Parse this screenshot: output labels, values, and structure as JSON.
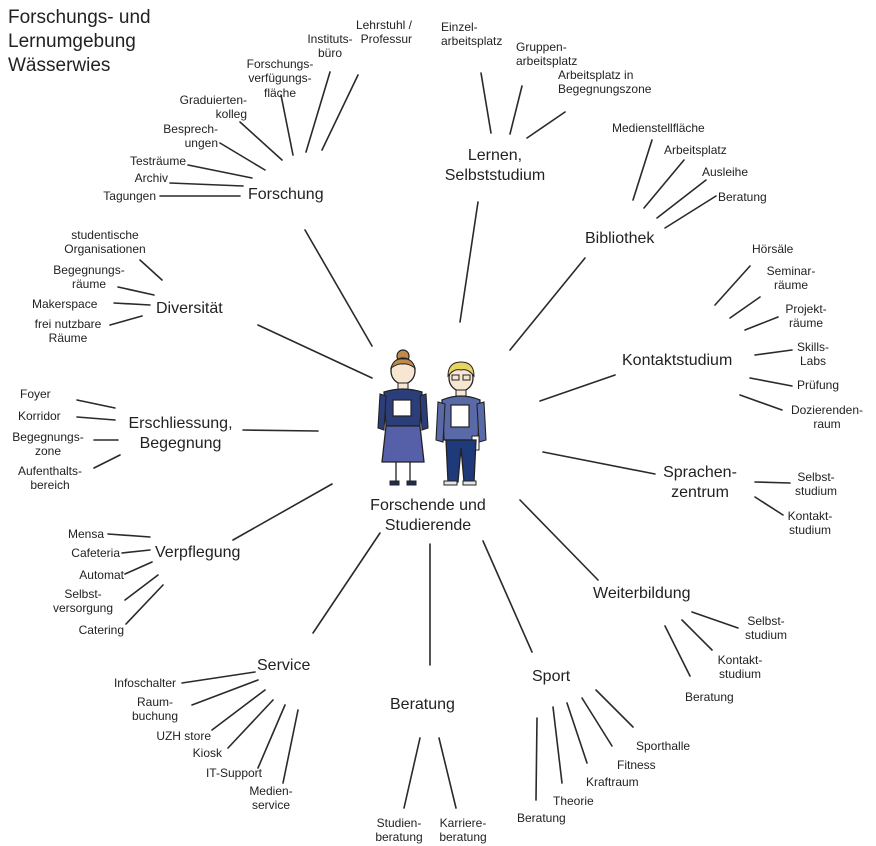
{
  "title": "Forschungs- und\nLernumgebung\nWässerwies",
  "center": "Forschende und\nStudierende",
  "categories": {
    "forschung": {
      "label": "Forschung",
      "items": [
        "Lehrstuhl /\nProfessur",
        "Instituts-\nbüro",
        "Forschungs-\nverfügungs-\nfläche",
        "Graduierten-\nkolleg",
        "Besprech-\nungen",
        "Testräume",
        "Archiv",
        "Tagungen"
      ]
    },
    "lernen": {
      "label": "Lernen,\nSelbststudium",
      "items": [
        "Einzel-\narbeitsplatz",
        "Gruppen-\narbeitsplatz",
        "Arbeitsplatz in\nBegegnungszone"
      ]
    },
    "bibliothek": {
      "label": "Bibliothek",
      "items": [
        "Medienstellfläche",
        "Arbeitsplatz",
        "Ausleihe",
        "Beratung"
      ]
    },
    "kontaktstudium": {
      "label": "Kontaktstudium",
      "items": [
        "Hörsäle",
        "Seminar-\nräume",
        "Projekt-\nräume",
        "Skills-\nLabs",
        "Prüfung",
        "Dozierenden-\nraum"
      ]
    },
    "sprachenzentrum": {
      "label": "Sprachen-\nzentrum",
      "items": [
        "Selbst-\nstudium",
        "Kontakt-\nstudium"
      ]
    },
    "weiterbildung": {
      "label": "Weiterbildung",
      "items": [
        "Selbst-\nstudium",
        "Kontakt-\nstudium",
        "Beratung"
      ]
    },
    "sport": {
      "label": "Sport",
      "items": [
        "Sporthalle",
        "Fitness",
        "Kraftraum",
        "Theorie",
        "Beratung"
      ]
    },
    "beratung": {
      "label": "Beratung",
      "items": [
        "Studien-\nberatung",
        "Karriere-\nberatung"
      ]
    },
    "service": {
      "label": "Service",
      "items": [
        "Infoschalter",
        "Raum-\nbuchung",
        "UZH store",
        "Kiosk",
        "IT-Support",
        "Medien-\nservice"
      ]
    },
    "verpflegung": {
      "label": "Verpflegung",
      "items": [
        "Mensa",
        "Cafeteria",
        "Automat",
        "Selbst-\nversorgung",
        "Catering"
      ]
    },
    "erschliessung": {
      "label": "Erschliessung,\nBegegnung",
      "items": [
        "Foyer",
        "Korridor",
        "Begegnungs-\nzone",
        "Aufenthalts-\nbereich"
      ]
    },
    "diversitaet": {
      "label": "Diversität",
      "items": [
        "studentische\nOrganisationen",
        "Begegnungs-\nräume",
        "Makerspace",
        "frei nutzbare\nRäume"
      ]
    }
  },
  "colors": {
    "line": "#2a2a2a",
    "woman_blouse": "#2c3e7a",
    "woman_skirt": "#5560a8",
    "man_sweater": "#5a6aa8",
    "man_pants": "#1f3a7a",
    "skin": "#f7e6d2",
    "woman_hair": "#c28a4a",
    "man_hair": "#e8d460"
  },
  "icons": [
    "woman-student-icon",
    "man-student-icon"
  ]
}
